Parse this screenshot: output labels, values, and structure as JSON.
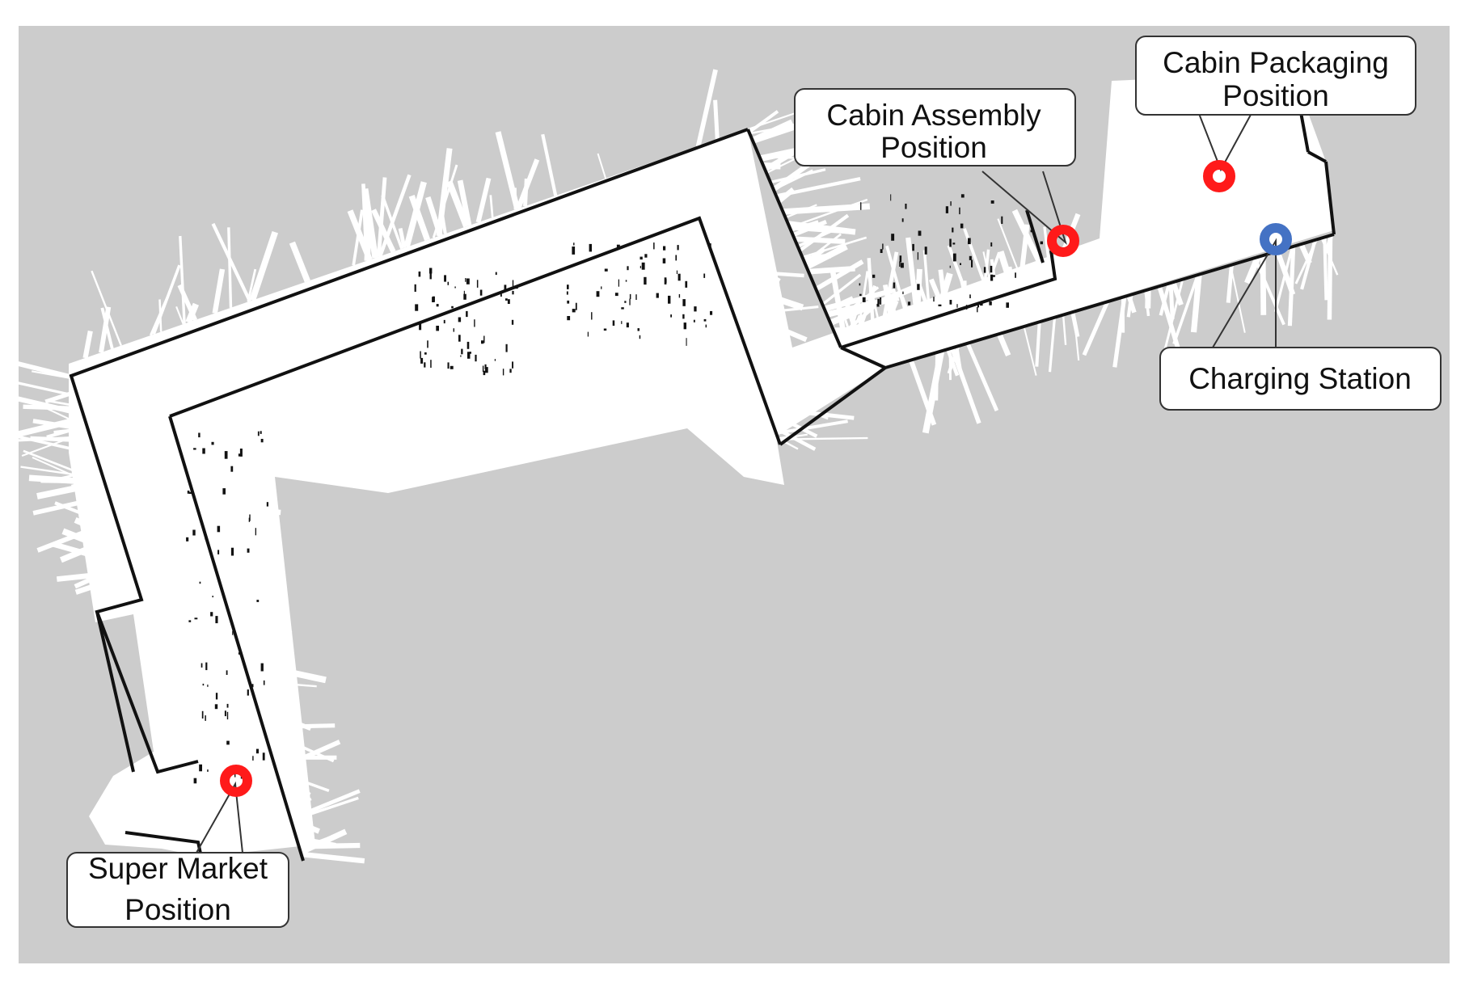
{
  "colors": {
    "background_area": "#cccccc",
    "free_space": "#ffffff",
    "walls": "#111111",
    "station_marker": "#ff1a1a",
    "charging_marker": "#4472c4",
    "callout_border": "#333333",
    "callout_fill": "#ffffff"
  },
  "map": {
    "stations": [
      {
        "id": "cabin-packaging",
        "label_lines": [
          "Cabin Packaging",
          "Position"
        ],
        "marker": "red-ring-icon"
      },
      {
        "id": "cabin-assembly",
        "label_lines": [
          "Cabin Assembly",
          "Position"
        ],
        "marker": "red-ring-icon"
      },
      {
        "id": "charging-station",
        "label_lines": [
          "Charging Station"
        ],
        "marker": "blue-ring-icon"
      },
      {
        "id": "super-market",
        "label_lines": [
          "Super Market",
          "Position"
        ],
        "marker": "red-ring-icon"
      }
    ]
  }
}
